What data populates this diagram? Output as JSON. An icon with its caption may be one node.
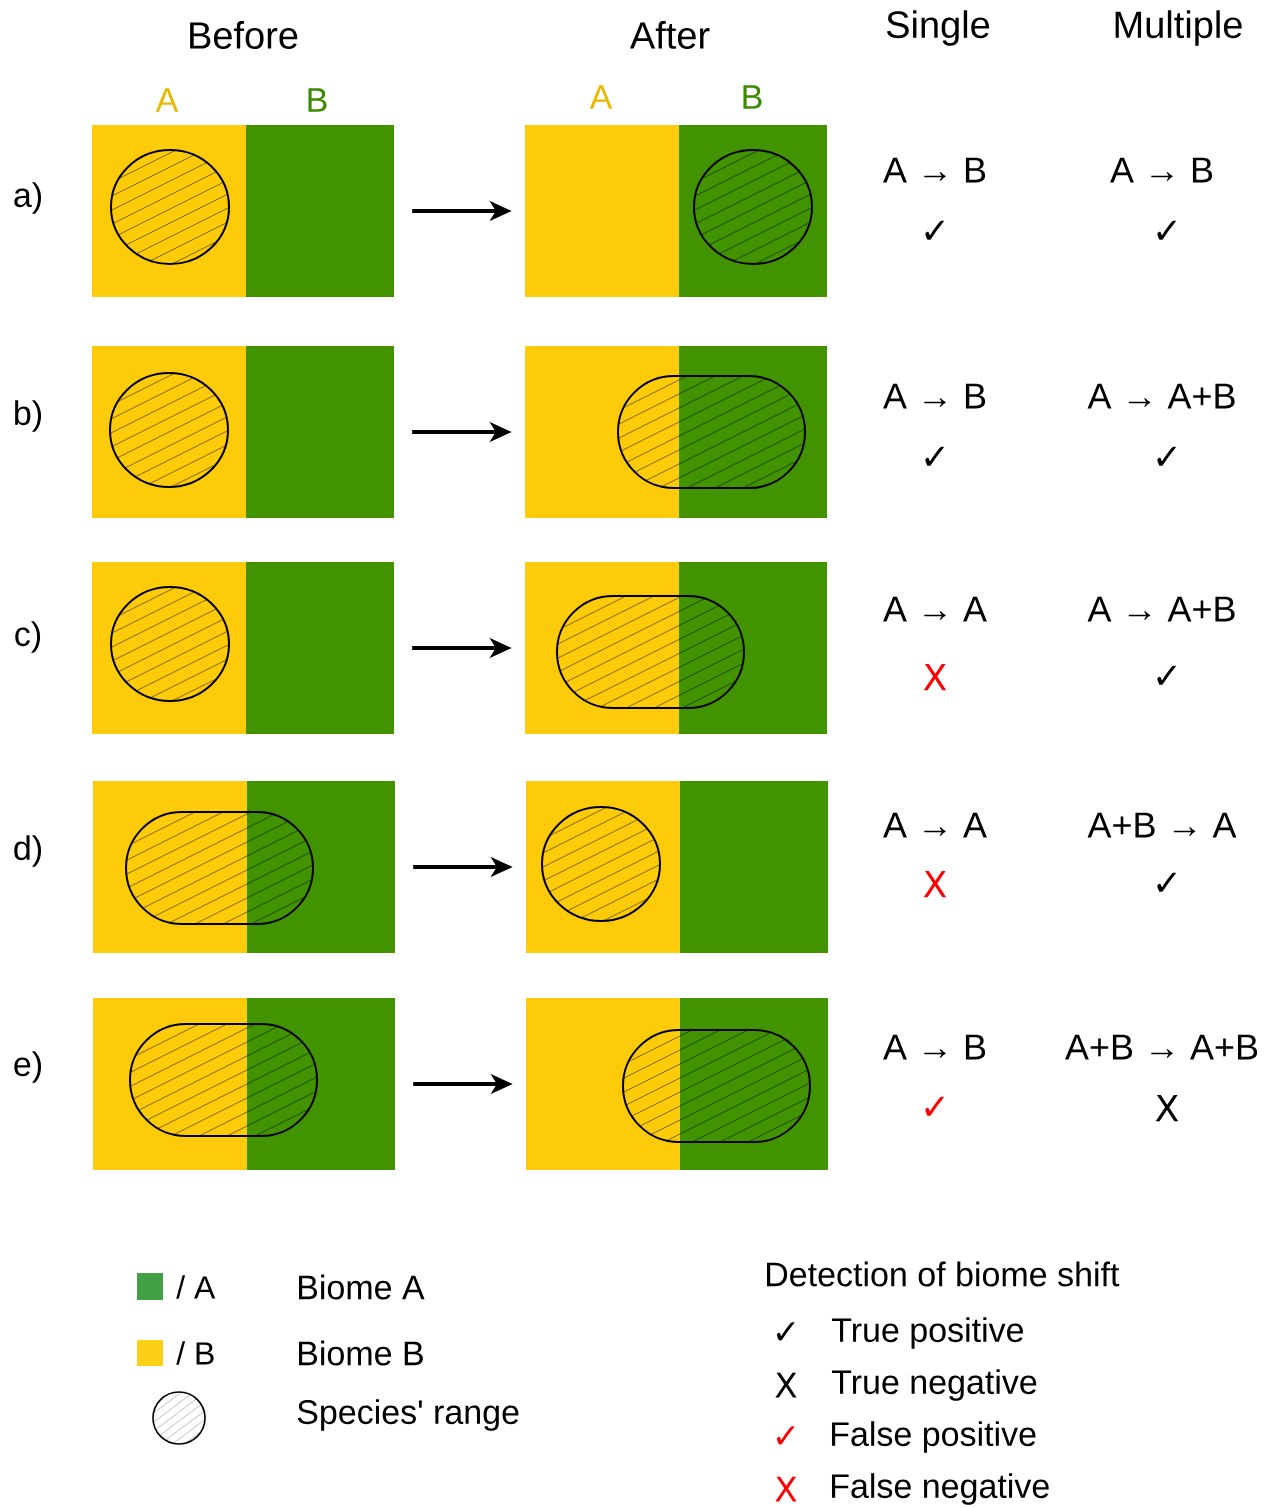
{
  "diagram": {
    "nodes": [
      {
        "text": [],
        "shape": "box"
      },
      {
        "text": [],
        "shape": "box"
      },
      {
        "text": [],
        "shape": "box"
      },
      {
        "text": [],
        "shape": "box"
      },
      {
        "text": [],
        "shape": "box"
      },
      {
        "text": [],
        "shape": "box"
      },
      {
        "text": [],
        "shape": "box"
      },
      {
        "text": [],
        "shape": "box"
      },
      {
        "text": [],
        "shape": "box"
      },
      {
        "text": [],
        "shape": "box"
      }
    ],
    "edges": [
      {
        "from": 0,
        "to": 1,
        "arrow": "to"
      },
      {
        "from": 2,
        "to": 3,
        "arrow": "to"
      },
      {
        "from": 4,
        "to": 5,
        "arrow": "to"
      },
      {
        "from": 6,
        "to": 7,
        "arrow": "to"
      },
      {
        "from": 8,
        "to": 9,
        "arrow": "to"
      }
    ],
    "labels": [
      "Before",
      "After",
      "Single",
      "Multiple",
      "A",
      "B",
      "A",
      "B",
      "a)",
      "A → B",
      "A → B",
      "✓",
      "✓",
      "b)",
      "A → B",
      "A → A+B",
      "✓",
      "✓",
      "c)",
      "A → A",
      "A → A+B",
      "X",
      "✓",
      "d)",
      "A → A",
      "A+B → A",
      "X",
      "✓",
      "e)",
      "A → B",
      "A+B → A+B",
      "✓",
      "X",
      "Detection of biome shift",
      "/ A",
      "/ B",
      "✓",
      "X",
      "✓",
      "X"
    ],
    "legend": [
      {
        "text": "Biome A",
        "color": "#43a047"
      },
      {
        "text": "Biome B",
        "color": "#fdd017"
      },
      {
        "text": "Species' range"
      },
      {
        "text": "True positive"
      },
      {
        "text": "True negative"
      },
      {
        "text": "False positive"
      },
      {
        "text": "False negative"
      }
    ]
  }
}
